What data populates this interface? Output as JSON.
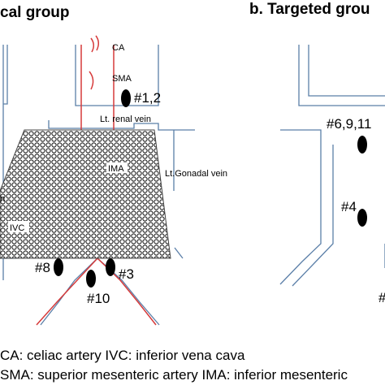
{
  "panels": {
    "left_title": "cal group",
    "right_title": "b. Targeted grou"
  },
  "labels": {
    "ca": "CA",
    "sma": "SMA",
    "renal_vein": "Lt. renal vein",
    "gonadal_vein": "Lt.Gonadal vein",
    "ima": "IMA",
    "ivc": "IVC",
    "clipped_n": "n"
  },
  "markers": {
    "m12": "#1,2",
    "m3": "#3",
    "m8": "#8",
    "m10": "#10",
    "m6911": "#6,9,11",
    "m4": "#4",
    "mclip": "#"
  },
  "caption": {
    "line1": "CA: celiac artery IVC: inferior vena cava",
    "line2": "SMA: superior mesenteric artery IMA: inferior mesenteric"
  },
  "colors": {
    "vein": "#5b7fa8",
    "artery": "#d63a3a",
    "marker": "#000000"
  }
}
